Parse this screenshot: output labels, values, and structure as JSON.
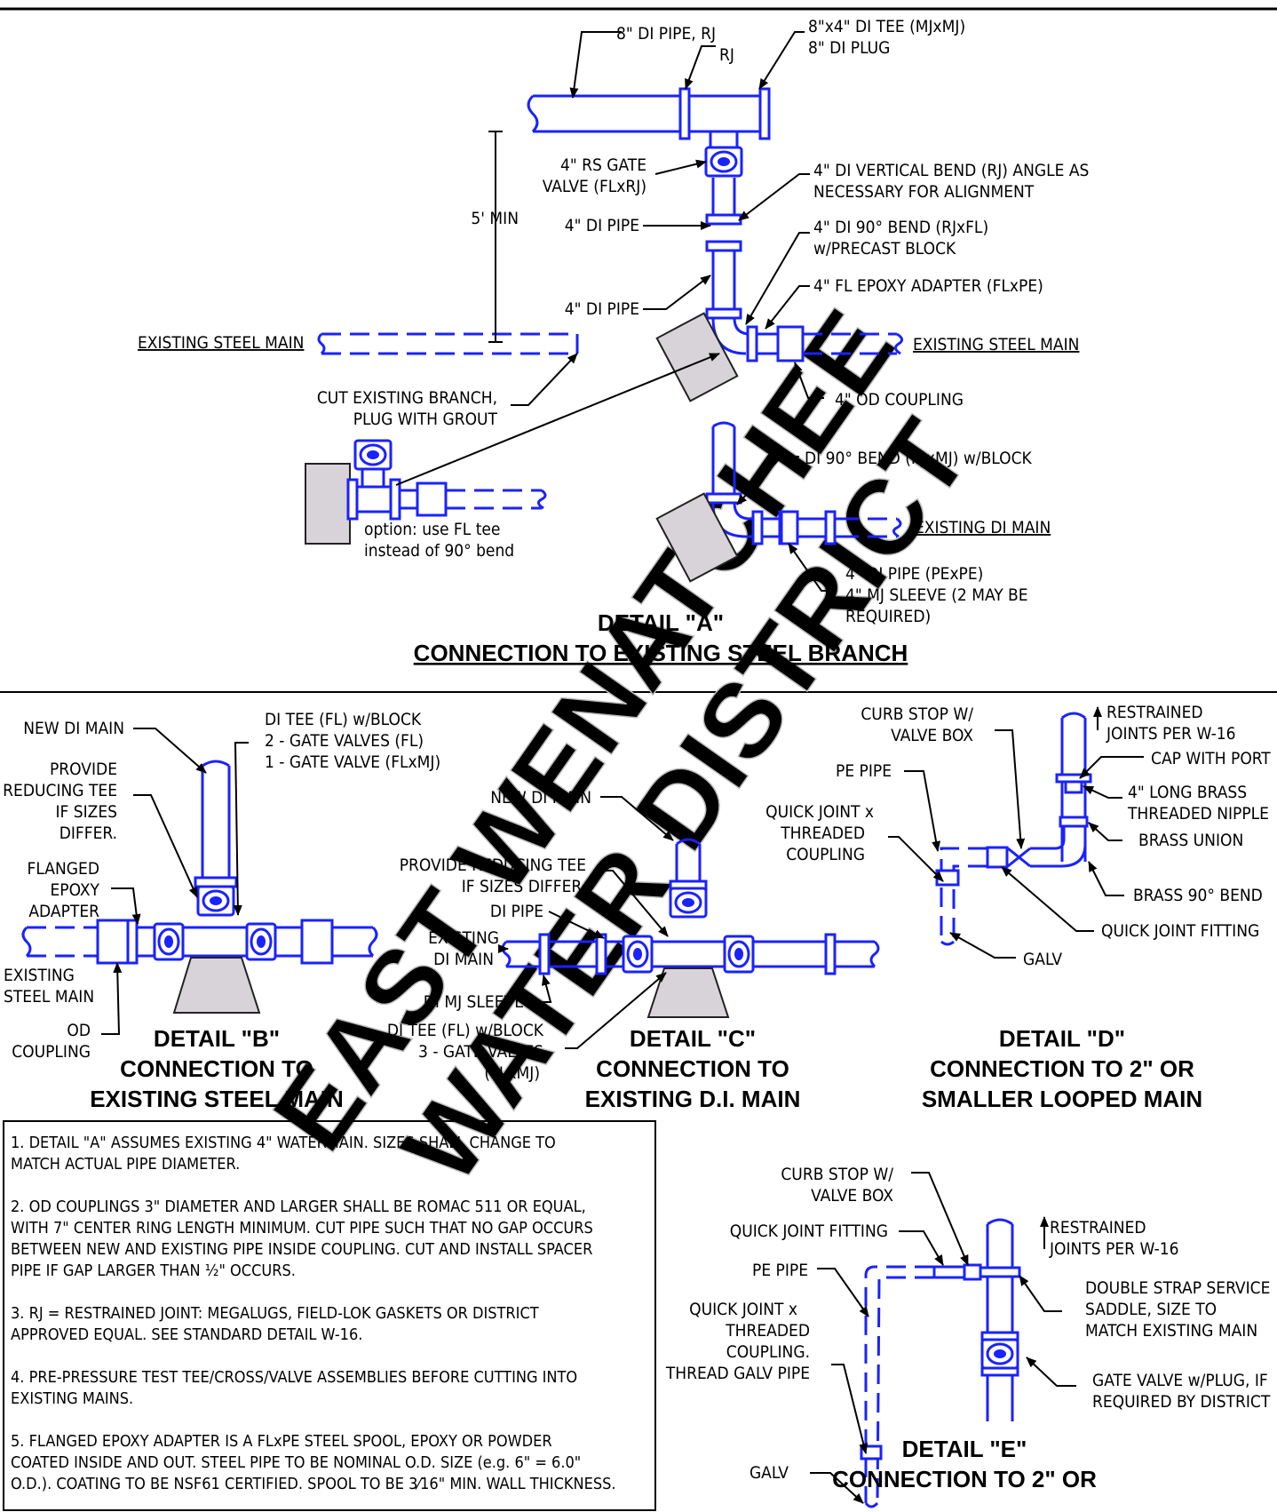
{
  "detail_a": {
    "title": "DETAIL \"A\"",
    "subtitle": "CONNECTION TO EXISTING STEEL BRANCH",
    "labels": {
      "pipe_8_rj": "8\" DI PIPE, RJ",
      "rj": "RJ",
      "tee_line1": "8\"x4\" DI TEE (MJxMJ)",
      "tee_line2": "8\" DI PLUG",
      "gate_line1": "4\" RS GATE",
      "gate_line2": "VALVE (FLxRJ)",
      "vbend_line1": "4\" DI VERTICAL BEND (RJ) ANGLE AS",
      "vbend_line2": "NECESSARY FOR ALIGNMENT",
      "five_min": "5' MIN",
      "pipe_4_upper": "4\" DI PIPE",
      "bend90_line1": "4\" DI 90° BEND (RJxFL)",
      "bend90_line2": "w/PRECAST BLOCK",
      "pipe_4_lower": "4\" DI PIPE",
      "epoxy_adapter": "4\" FL EPOXY ADAPTER (FLxPE)",
      "existing_steel_left": "EXISTING STEEL MAIN",
      "existing_steel_right": "EXISTING STEEL MAIN",
      "cut_line1": "CUT EXISTING BRANCH,",
      "cut_line2": "PLUG WITH GROUT",
      "od_coupling": "4\" OD COUPLING",
      "bend90_di": "DI 90° BEND (RJxMJ) w/BLOCK",
      "existing_di": "EXISTING DI MAIN",
      "option_line1": "option: use FL tee",
      "option_line2": "instead of 90° bend",
      "pepe_line1": "4\" DI PIPE (PExPE)",
      "pepe_line2": "4\" MJ SLEEVE (2 MAY BE",
      "pepe_line3": "REQUIRED)"
    }
  },
  "detail_b": {
    "title": "DETAIL \"B\"",
    "subtitle1": "CONNECTION TO",
    "subtitle2": "EXISTING STEEL MAIN",
    "labels": {
      "new_di_main": "NEW DI MAIN",
      "tee_line1": "DI TEE (FL) w/BLOCK",
      "tee_line2": "2 - GATE VALVES (FL)",
      "tee_line3": "1 - GATE VALVE (FLxMJ)",
      "reduce_line1": "PROVIDE",
      "reduce_line2": "REDUCING TEE",
      "reduce_line3": "IF SIZES",
      "reduce_line4": "DIFFER.",
      "flanged_line1": "FLANGED",
      "flanged_line2": "EPOXY",
      "flanged_line3": "ADAPTER",
      "existing_line1": "EXISTING",
      "existing_line2": "STEEL MAIN",
      "od_line1": "OD",
      "od_line2": "COUPLING"
    }
  },
  "detail_c": {
    "title": "DETAIL \"C\"",
    "subtitle1": "CONNECTION TO",
    "subtitle2": "EXISTING D.I. MAIN",
    "labels": {
      "new_di_main": "NEW DI MAIN",
      "reduce_line1": "PROVIDE REDUCING TEE",
      "reduce_line2": "IF SIZES DIFFER.",
      "di_pipe": "DI PIPE",
      "existing_line1": "EXISTING",
      "existing_line2": "DI MAIN",
      "mj_sleeve": "DI MJ SLEEVE",
      "tee_line1": "DI TEE (FL) w/BLOCK",
      "tee_line2": "3 - GATE VALVES",
      "tee_line3": "(FLxMJ)"
    }
  },
  "detail_d": {
    "title": "DETAIL \"D\"",
    "subtitle1": "CONNECTION TO 2\" OR",
    "subtitle2": "SMALLER LOOPED MAIN",
    "labels": {
      "curb_line1": "CURB STOP W/",
      "curb_line2": "VALVE BOX",
      "restrained_line1": "RESTRAINED",
      "restrained_line2": "JOINTS PER W-16",
      "cap": "CAP WITH PORT",
      "pe_pipe": "PE PIPE",
      "nipple_line1": "4\" LONG BRASS",
      "nipple_line2": "THREADED NIPPLE",
      "qj_line1": "QUICK JOINT x",
      "qj_line2": "THREADED",
      "qj_line3": "COUPLING",
      "union": "BRASS UNION",
      "bend90": "BRASS 90° BEND",
      "qj_fitting": "QUICK JOINT FITTING",
      "galv": "GALV"
    }
  },
  "detail_e": {
    "title": "DETAIL \"E\"",
    "subtitle1": "CONNECTION TO 2\" OR",
    "labels": {
      "curb_line1": "CURB STOP W/",
      "curb_line2": "VALVE BOX",
      "qj_fitting": "QUICK JOINT FITTING",
      "restrained_line1": "RESTRAINED",
      "restrained_line2": "JOINTS PER W-16",
      "pe_pipe": "PE PIPE",
      "saddle_line1": "DOUBLE STRAP SERVICE",
      "saddle_line2": "SADDLE, SIZE TO",
      "saddle_line3": "MATCH EXISTING MAIN",
      "qj_line1": "QUICK JOINT x",
      "qj_line2": "THREADED",
      "qj_line3": "COUPLING.",
      "qj_line4": "THREAD GALV PIPE",
      "gate_line1": "GATE VALVE w/PLUG, IF",
      "gate_line2": "REQUIRED BY DISTRICT",
      "galv": "GALV"
    }
  },
  "notes": [
    "1. DETAIL \"A\" ASSUMES EXISTING 4\" WATERMAIN.  SIZES SHALL CHANGE TO",
    "MATCH ACTUAL PIPE DIAMETER.",
    "2. OD COUPLINGS 3\" DIAMETER AND LARGER SHALL BE ROMAC 511 OR EQUAL,",
    "WITH 7\" CENTER RING LENGTH MINIMUM. CUT PIPE SUCH THAT NO GAP OCCURS",
    "BETWEEN NEW AND EXISTING PIPE INSIDE COUPLING. CUT AND INSTALL SPACER",
    "PIPE IF GAP LARGER THAN ½\" OCCURS.",
    "3. RJ = RESTRAINED JOINT: MEGALUGS, FIELD-LOK GASKETS OR DISTRICT",
    "APPROVED EQUAL. SEE STANDARD DETAIL W-16.",
    "4. PRE-PRESSURE TEST TEE/CROSS/VALVE ASSEMBLIES BEFORE CUTTING INTO",
    "EXISTING MAINS.",
    "5. FLANGED EPOXY ADAPTER IS A FLxPE STEEL SPOOL, EPOXY OR POWDER",
    "COATED INSIDE AND OUT.  STEEL PIPE TO BE NOMINAL O.D. SIZE (e.g. 6\" = 6.0\"",
    "O.D.). COATING TO BE NSF61 CERTIFIED. SPOOL TO BE 3⁄16\" MIN. WALL THICKNESS."
  ],
  "watermark": {
    "line1": "EAST WENATCHEE",
    "line2": "WATER DISTRICT"
  },
  "colors": {
    "pipe": "#1a22ff",
    "block": "#d8d3d8",
    "ink": "#000000"
  }
}
